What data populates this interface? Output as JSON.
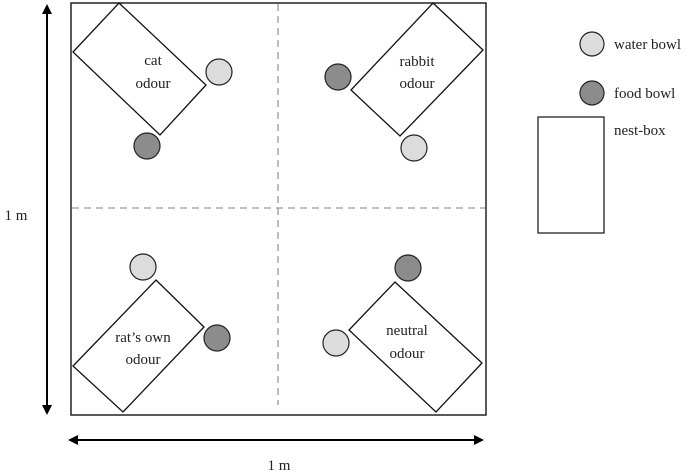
{
  "diagram": {
    "arena": {
      "width_label": "1 m",
      "height_label": "1 m"
    },
    "quadrants": [
      {
        "id": "top-left",
        "line1": "cat",
        "line2": "odour"
      },
      {
        "id": "top-right",
        "line1": "rabbit",
        "line2": "odour"
      },
      {
        "id": "bottom-left",
        "line1": "rat’s own",
        "line2": "odour"
      },
      {
        "id": "bottom-right",
        "line1": "neutral",
        "line2": "odour"
      }
    ],
    "legend": {
      "water_bowl": "water bowl",
      "food_bowl": "food bowl",
      "nest_box": "nest-box"
    },
    "colors": {
      "water_bowl": "#dcdcdc",
      "food_bowl": "#8c8c8c",
      "divider": "#999999"
    }
  }
}
